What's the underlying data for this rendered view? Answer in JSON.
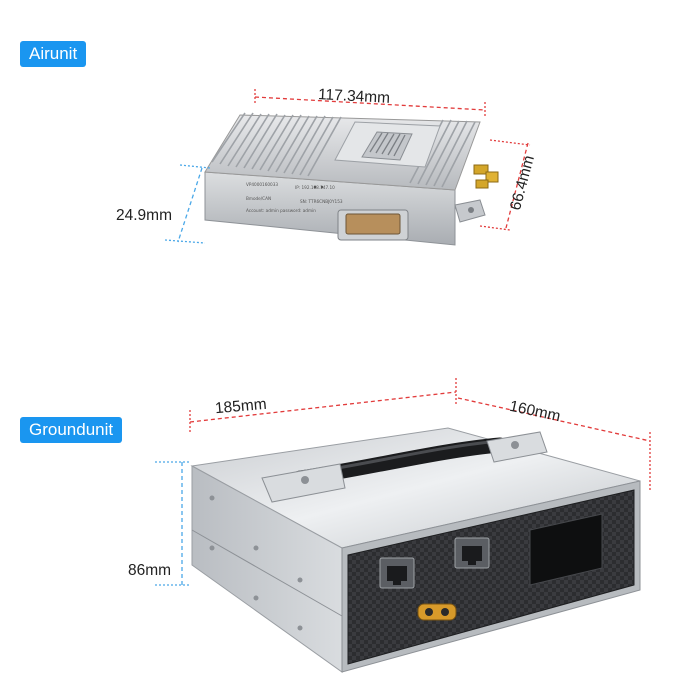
{
  "airunit": {
    "badge": "Airunit",
    "dims": {
      "length": "117.34mm",
      "width": "66.4mm",
      "height": "24.9mm"
    },
    "label_lines": [
      "VP4000160033",
      "IP: 192.168.147.10",
      "Bmode/CAN",
      "SN: TTR6CNBJ0Y153",
      "Account: admin   password: admin"
    ]
  },
  "groundunit": {
    "badge": "Groundunit",
    "dims": {
      "length": "185mm",
      "depth": "160mm",
      "height": "86mm"
    }
  },
  "colors": {
    "badge": "#1a96f0",
    "dim_line": "#e23b3b",
    "dim_line_alt": "#4aa8e8"
  }
}
